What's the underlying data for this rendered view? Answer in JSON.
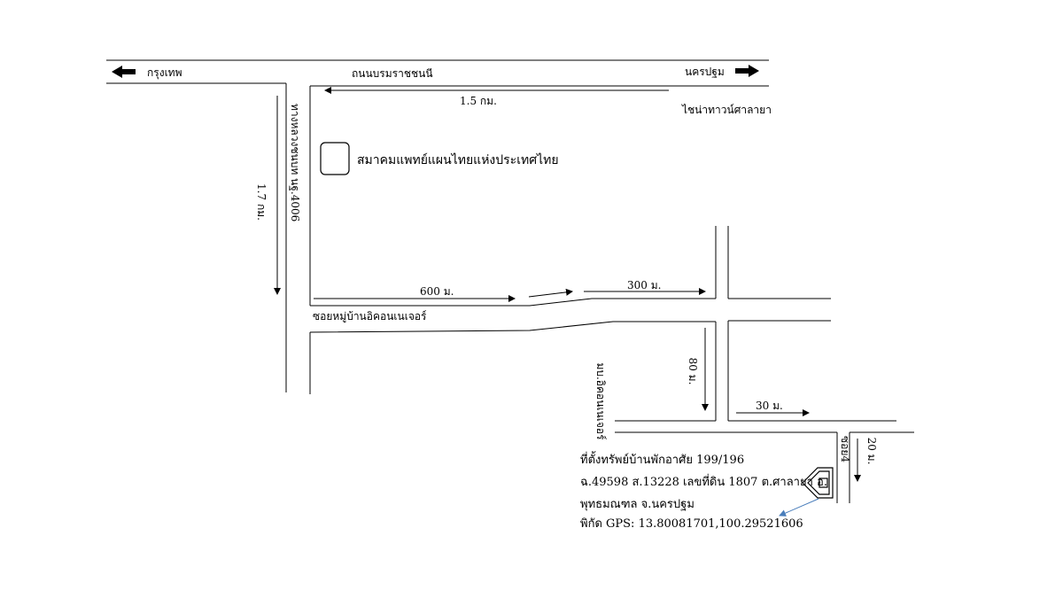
{
  "map": {
    "roads": {
      "main_road": "ถนนบรมราชชนนี",
      "left_road": "ทางหลวงชนบท นฐ.4006",
      "lower_soi": "ซอยหมู่บ้านอิคอนเนเจอร์",
      "village_road": "มบ.อิคอนเนเจอร์",
      "soi4": "ซอย4"
    },
    "directions": {
      "west": "กรุงเทพ",
      "east": "นครปฐม"
    },
    "landmarks": {
      "chinatown": "ไชน่าทาวน์ศาลายา",
      "association": "สมาคมแพทย์แผนไทยแห่งประเทศไทย"
    },
    "distances": {
      "main": "1.5 กม.",
      "left": "1.7 กม.",
      "soi_600": "600 ม.",
      "soi_300": "300 ม.",
      "village_80": "80 ม.",
      "turn_30": "30 ม.",
      "soi4_20": "20 ม."
    },
    "property": {
      "line1": "ที่ตั้งทรัพย์บ้านพักอาศัย 199/196",
      "line2": "ฉ.49598 ส.13228 เลขที่ดิน 1807 ต.ศาลายา อ.",
      "line3": "พุทธมณฑล จ.นครปฐม",
      "line4": "พิกัด GPS: 13.80081701,100.29521606"
    },
    "colors": {
      "line": "#000000",
      "pointer": "#4a7ebb"
    }
  }
}
